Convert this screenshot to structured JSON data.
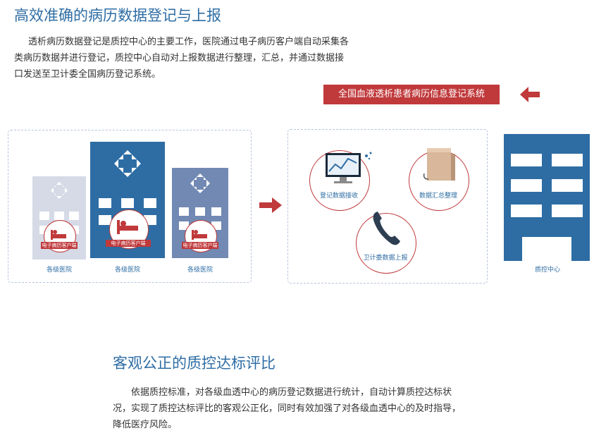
{
  "section1": {
    "title": "高效准确的病历数据登记与上报",
    "paragraph": "透析病历数据登记是质控中心的主要工作，医院通过电子病历客户端自动采集各类病历数据并进行登记，质控中心自动对上报数据进行整理，汇总，并通过数据接口发送至卫计委全国病历登记系统。"
  },
  "banner": {
    "label": "全国血液透析患者病历信息登记系统"
  },
  "hospitals": [
    {
      "label": "各级医院",
      "client_label": "电子病历客户端"
    },
    {
      "label": "各级医院",
      "client_label": "电子病历客户端"
    },
    {
      "label": "各级医院",
      "client_label": "电子病历客户端"
    }
  ],
  "process": [
    {
      "label": "登记数据接收",
      "icon": "monitor-chart-icon"
    },
    {
      "label": "数据汇总整理",
      "icon": "box-icon"
    },
    {
      "label": "卫计委数据上报",
      "icon": "phone-icon"
    }
  ],
  "quality_center": {
    "label": "质控中心"
  },
  "section2": {
    "title": "客观公正的质控达标评比",
    "paragraph": "依据质控标准，对各级血透中心的病历登记数据进行统计，自动计算质控达标状况，实现了质控达标评比的客观公正化，同时有效加强了对各级血透中心的及时指导，降低医疗风险。"
  },
  "colors": {
    "accent_blue": "#2e6da4",
    "accent_red": "#c0393b",
    "light_blue": "#d5dae6",
    "mid_blue": "#7189b3"
  }
}
